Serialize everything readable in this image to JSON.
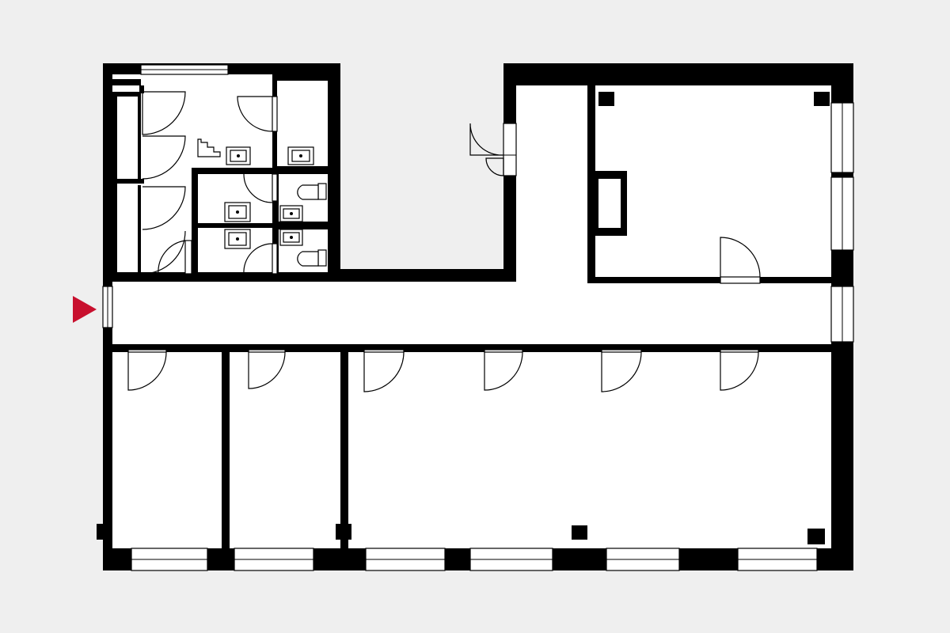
{
  "plan": {
    "colors": {
      "background": "#efefef",
      "wall": "#000000",
      "floor": "#ffffff",
      "entrance_marker": "#c8102e"
    },
    "entrance": {
      "icon": "entrance-arrow-icon",
      "side": "west"
    },
    "rooms": [
      {
        "id": "corridor"
      },
      {
        "id": "sanitary-core"
      },
      {
        "id": "north-east-room"
      },
      {
        "id": "south-west-office"
      },
      {
        "id": "south-middle-office"
      },
      {
        "id": "south-open-office"
      }
    ]
  }
}
